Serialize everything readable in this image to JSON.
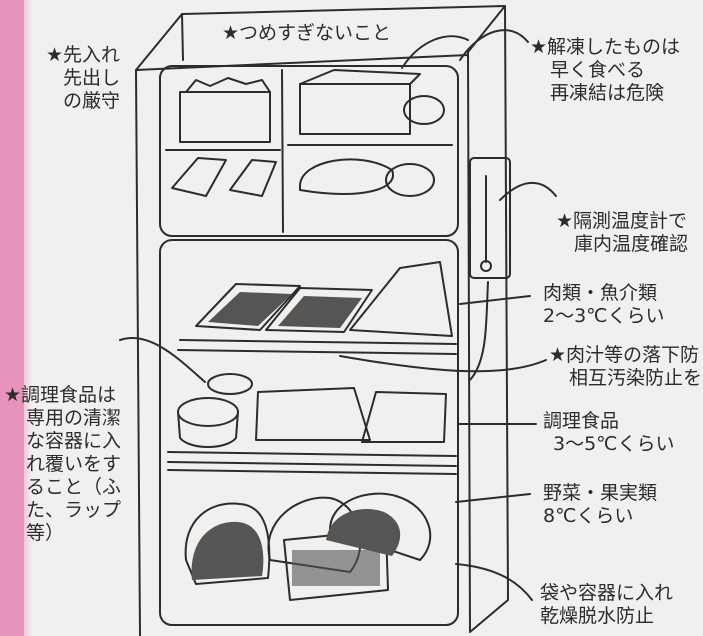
{
  "labels": {
    "top_center": [
      "★つめすぎないこと"
    ],
    "top_left": [
      "★先入れ",
      "先出し",
      "の厳守"
    ],
    "top_right": [
      "★解凍したものは",
      "早く食べる",
      "再凍結は危険"
    ],
    "thermometer": [
      "★隔測温度計で",
      "庫内温度確認"
    ],
    "meat_fish": [
      "肉類・魚介類",
      "2～3℃くらい"
    ],
    "juice_drip": [
      "★肉汁等の落下防",
      "相互汚染防止を"
    ],
    "cooked_food_right": [
      "調理食品",
      "3～5℃くらい"
    ],
    "vegetables": [
      "野菜・果実類",
      "8℃くらい"
    ],
    "bags": [
      "袋や容器に入れ",
      "乾燥脱水防止"
    ],
    "left_cooked": [
      "★調理食品は",
      "専用の清潔",
      "な容器に入",
      "れ覆いをす",
      "ること（ふ",
      "た、ラップ",
      "等）"
    ]
  },
  "colors": {
    "side_band": "#e793bb",
    "paper": "#f2f0ef",
    "ink": "#2c2c2c",
    "dark_fill": "#555555"
  }
}
